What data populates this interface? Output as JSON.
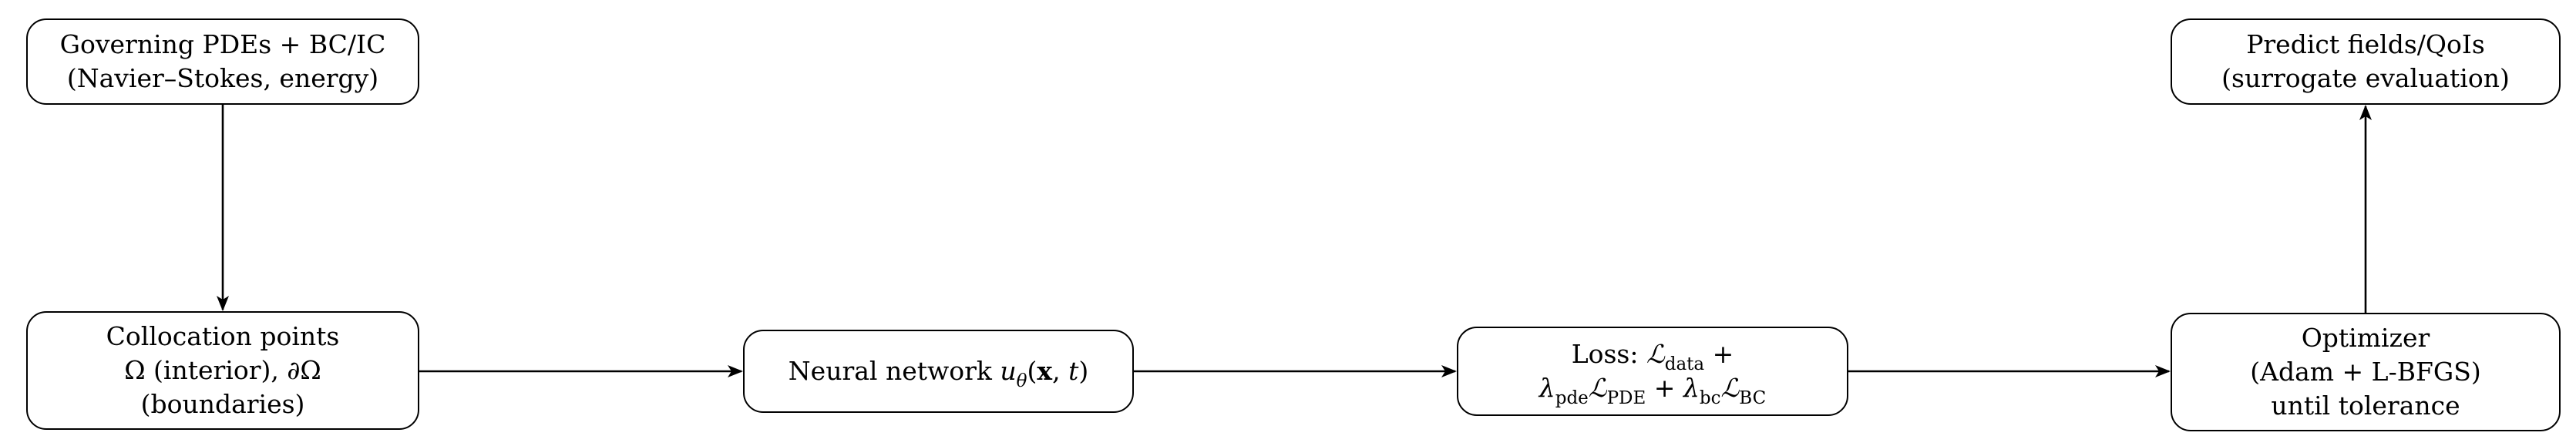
{
  "nodes": {
    "pde": {
      "line1": "Governing PDEs + BC/IC",
      "line2": "(Navier–Stokes, energy)"
    },
    "collocation": {
      "line1": "Collocation points",
      "line2": "Ω (interior), ∂Ω",
      "line3": "(boundaries)"
    },
    "network": {
      "prefix": "Neural network",
      "u": "u",
      "theta": "θ",
      "open": "(",
      "x": "x",
      "comma": ", ",
      "t": "t",
      "close": ")"
    },
    "loss": {
      "prefix": "Loss:",
      "L": "ℒ",
      "data_sub": "data",
      "plus": "+",
      "lambda": "λ",
      "pde_sub_lower": "pde",
      "PDE_sub": "PDE",
      "bc_sub_lower": "bc",
      "BC_sub": "BC"
    },
    "optimizer": {
      "line1": "Optimizer",
      "line2": "(Adam + L-BFGS)",
      "line3": "until tolerance"
    },
    "predict": {
      "line1": "Predict fields/QoIs",
      "line2": "(surrogate evaluation)"
    }
  },
  "edges": [
    {
      "from": "pde",
      "to": "collocation"
    },
    {
      "from": "collocation",
      "to": "network"
    },
    {
      "from": "network",
      "to": "loss"
    },
    {
      "from": "loss",
      "to": "optimizer"
    },
    {
      "from": "optimizer",
      "to": "predict"
    }
  ],
  "colors": {
    "stroke": "#000000",
    "background": "#ffffff"
  }
}
